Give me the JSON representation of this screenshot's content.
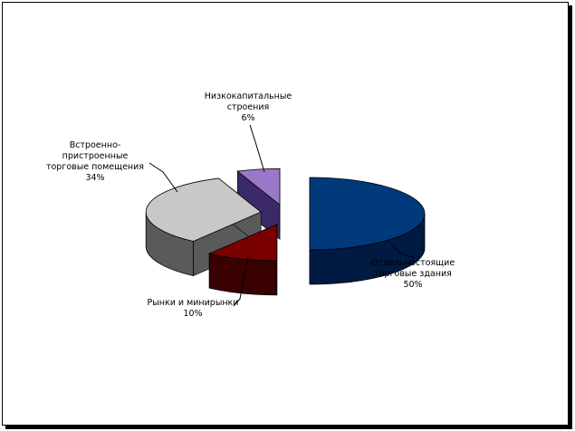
{
  "chart_data": {
    "type": "pie",
    "three_d": true,
    "exploded": true,
    "title": "",
    "slices": [
      {
        "label_lines": [
          "Отдельностоящие",
          "торговые здания"
        ],
        "percent_text": "50%",
        "value": 50,
        "color": "#003a7a",
        "side_color": "#001a42"
      },
      {
        "label_lines": [
          "Рынки и минирынки"
        ],
        "percent_text": "10%",
        "value": 10,
        "color": "#7a0000",
        "side_color": "#380000"
      },
      {
        "label_lines": [
          "Встроенно-",
          "пристроенные",
          "торговые помещения"
        ],
        "percent_text": "34%",
        "value": 34,
        "color": "#c8c8c8",
        "side_color": "#5a5a5a"
      },
      {
        "label_lines": [
          "Низкокапитальные",
          "строения"
        ],
        "percent_text": "6%",
        "value": 6,
        "color": "#9a78c8",
        "side_color": "#3a2a6a"
      }
    ]
  }
}
